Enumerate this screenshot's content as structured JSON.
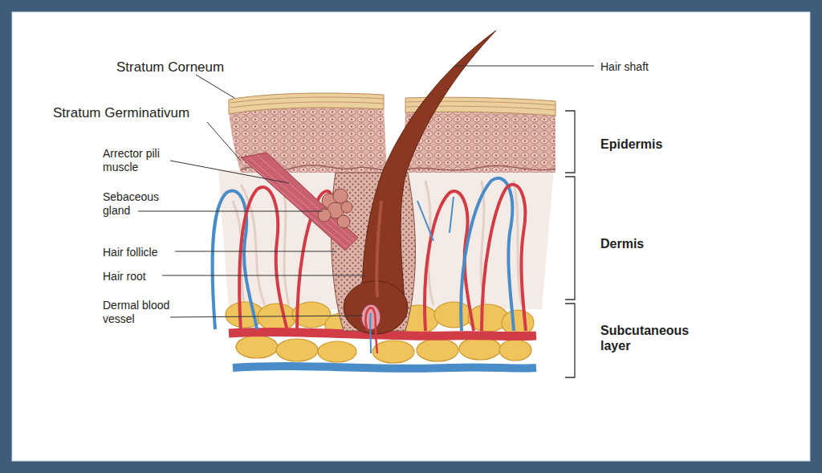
{
  "diagram": {
    "labels": [
      "Stratum Corneum",
      "Stratum Germinativum",
      "Arrector pili muscle",
      "Sebaceous gland",
      "Hair follicle",
      "Hair root",
      "Dermal blood vessel",
      "Hair shaft",
      "Epidermis",
      "Dermis",
      "Subcutaneous layer"
    ]
  }
}
